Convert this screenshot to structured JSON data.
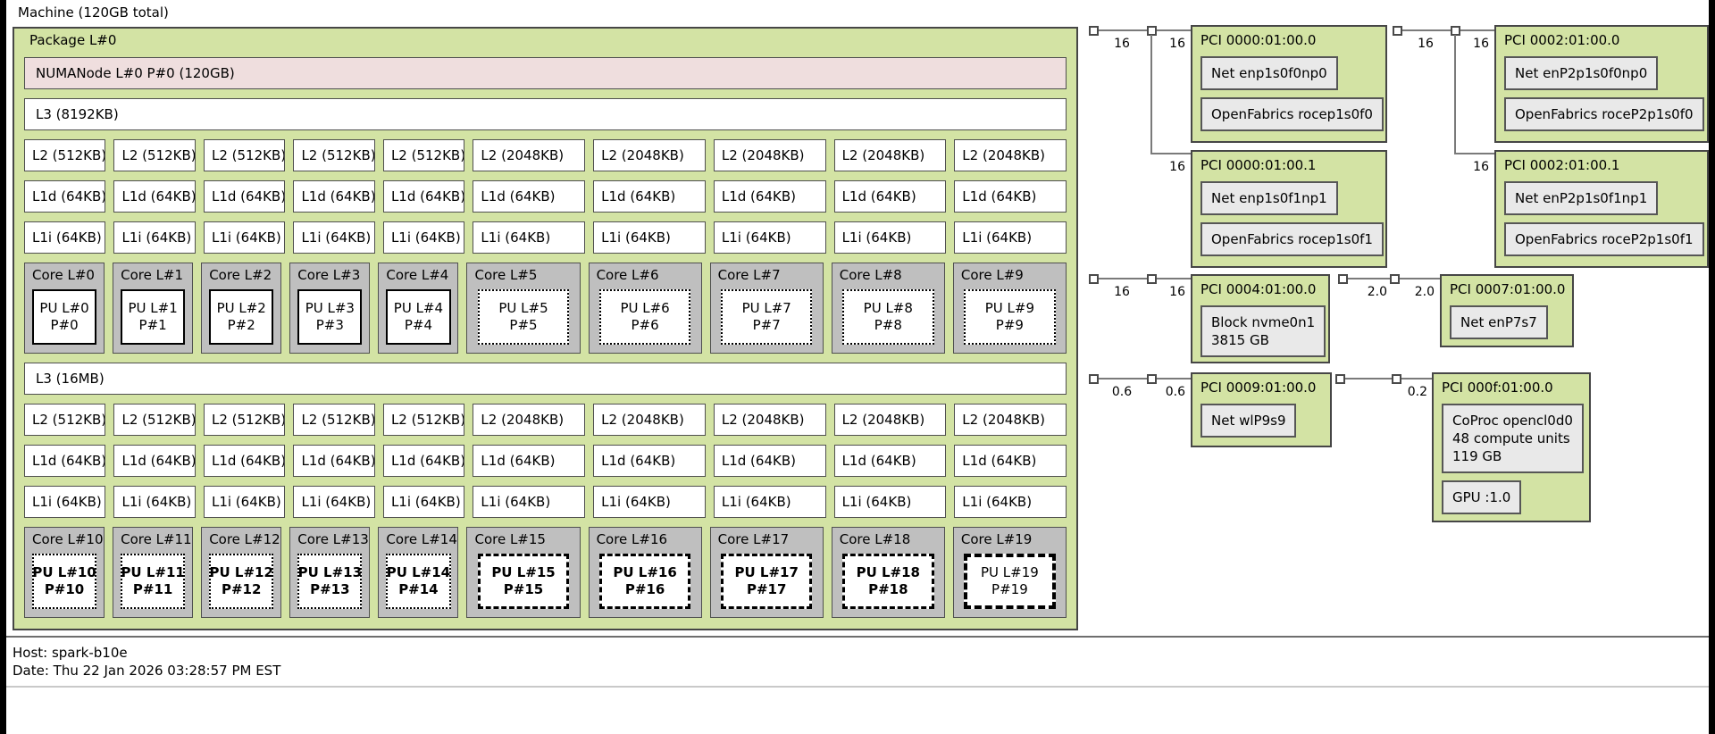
{
  "machine": {
    "label": "Machine (120GB total)"
  },
  "package": {
    "label": "Package L#0",
    "numanode": "NUMANode L#0 P#0 (120GB)"
  },
  "groups": [
    {
      "l3": "L3 (8192KB)",
      "l2": [
        "L2 (512KB)",
        "L2 (512KB)",
        "L2 (512KB)",
        "L2 (512KB)",
        "L2 (512KB)",
        "L2 (2048KB)",
        "L2 (2048KB)",
        "L2 (2048KB)",
        "L2 (2048KB)",
        "L2 (2048KB)"
      ],
      "l1d": [
        "L1d (64KB)",
        "L1d (64KB)",
        "L1d (64KB)",
        "L1d (64KB)",
        "L1d (64KB)",
        "L1d (64KB)",
        "L1d (64KB)",
        "L1d (64KB)",
        "L1d (64KB)",
        "L1d (64KB)"
      ],
      "l1i": [
        "L1i (64KB)",
        "L1i (64KB)",
        "L1i (64KB)",
        "L1i (64KB)",
        "L1i (64KB)",
        "L1i (64KB)",
        "L1i (64KB)",
        "L1i (64KB)",
        "L1i (64KB)",
        "L1i (64KB)"
      ],
      "cores": [
        {
          "label": "Core L#0",
          "pu": "PU L#0",
          "p": "P#0",
          "style": "solid"
        },
        {
          "label": "Core L#1",
          "pu": "PU L#1",
          "p": "P#1",
          "style": "solid"
        },
        {
          "label": "Core L#2",
          "pu": "PU L#2",
          "p": "P#2",
          "style": "solid"
        },
        {
          "label": "Core L#3",
          "pu": "PU L#3",
          "p": "P#3",
          "style": "solid"
        },
        {
          "label": "Core L#4",
          "pu": "PU L#4",
          "p": "P#4",
          "style": "solid"
        },
        {
          "label": "Core L#5",
          "pu": "PU L#5",
          "p": "P#5",
          "style": "dotted"
        },
        {
          "label": "Core L#6",
          "pu": "PU L#6",
          "p": "P#6",
          "style": "dotted"
        },
        {
          "label": "Core L#7",
          "pu": "PU L#7",
          "p": "P#7",
          "style": "dotted"
        },
        {
          "label": "Core L#8",
          "pu": "PU L#8",
          "p": "P#8",
          "style": "dotted"
        },
        {
          "label": "Core L#9",
          "pu": "PU L#9",
          "p": "P#9",
          "style": "dotted"
        }
      ]
    },
    {
      "l3": "L3 (16MB)",
      "l2": [
        "L2 (512KB)",
        "L2 (512KB)",
        "L2 (512KB)",
        "L2 (512KB)",
        "L2 (512KB)",
        "L2 (2048KB)",
        "L2 (2048KB)",
        "L2 (2048KB)",
        "L2 (2048KB)",
        "L2 (2048KB)"
      ],
      "l1d": [
        "L1d (64KB)",
        "L1d (64KB)",
        "L1d (64KB)",
        "L1d (64KB)",
        "L1d (64KB)",
        "L1d (64KB)",
        "L1d (64KB)",
        "L1d (64KB)",
        "L1d (64KB)",
        "L1d (64KB)"
      ],
      "l1i": [
        "L1i (64KB)",
        "L1i (64KB)",
        "L1i (64KB)",
        "L1i (64KB)",
        "L1i (64KB)",
        "L1i (64KB)",
        "L1i (64KB)",
        "L1i (64KB)",
        "L1i (64KB)",
        "L1i (64KB)"
      ],
      "cores": [
        {
          "label": "Core L#10",
          "pu": "PU L#10",
          "p": "P#10",
          "style": "dotted-bold"
        },
        {
          "label": "Core L#11",
          "pu": "PU L#11",
          "p": "P#11",
          "style": "dotted-bold"
        },
        {
          "label": "Core L#12",
          "pu": "PU L#12",
          "p": "P#12",
          "style": "dotted-bold"
        },
        {
          "label": "Core L#13",
          "pu": "PU L#13",
          "p": "P#13",
          "style": "dotted-bold"
        },
        {
          "label": "Core L#14",
          "pu": "PU L#14",
          "p": "P#14",
          "style": "dotted-bold"
        },
        {
          "label": "Core L#15",
          "pu": "PU L#15",
          "p": "P#15",
          "style": "dashed-bold"
        },
        {
          "label": "Core L#16",
          "pu": "PU L#16",
          "p": "P#16",
          "style": "dashed-bold"
        },
        {
          "label": "Core L#17",
          "pu": "PU L#17",
          "p": "P#17",
          "style": "dashed-bold"
        },
        {
          "label": "Core L#18",
          "pu": "PU L#18",
          "p": "P#18",
          "style": "dashed-bold"
        },
        {
          "label": "Core L#19",
          "pu": "PU L#19",
          "p": "P#19",
          "style": "dashed-heavy"
        }
      ]
    }
  ],
  "pci": [
    {
      "title": "PCI 0000:01:00.0",
      "devices": [
        [
          "Net enp1s0f0np0"
        ],
        [
          "OpenFabrics rocep1s0f0"
        ]
      ]
    },
    {
      "title": "PCI 0000:01:00.1",
      "devices": [
        [
          "Net enp1s0f1np1"
        ],
        [
          "OpenFabrics rocep1s0f1"
        ]
      ]
    },
    {
      "title": "PCI 0002:01:00.0",
      "devices": [
        [
          "Net enP2p1s0f0np0"
        ],
        [
          "OpenFabrics roceP2p1s0f0"
        ]
      ]
    },
    {
      "title": "PCI 0002:01:00.1",
      "devices": [
        [
          "Net enP2p1s0f1np1"
        ],
        [
          "OpenFabrics roceP2p1s0f1"
        ]
      ]
    },
    {
      "title": "PCI 0004:01:00.0",
      "devices": [
        [
          "Block nvme0n1",
          "3815 GB"
        ]
      ]
    },
    {
      "title": "PCI 0007:01:00.0",
      "devices": [
        [
          "Net enP7s7"
        ]
      ]
    },
    {
      "title": "PCI 0009:01:00.0",
      "devices": [
        [
          "Net wlP9s9"
        ]
      ]
    },
    {
      "title": "PCI 000f:01:00.0",
      "devices": [
        [
          "CoProc opencl0d0",
          "48 compute units",
          "119 GB"
        ],
        [
          "GPU :1.0"
        ]
      ]
    }
  ],
  "links": {
    "a": [
      "16",
      "16",
      "16"
    ],
    "b": [
      "16",
      "16",
      "16"
    ],
    "c": [
      "16",
      "16"
    ],
    "d": [
      "2.0",
      "2.0"
    ],
    "e": [
      "0.6",
      "0.6"
    ],
    "f": [
      "0.2"
    ]
  },
  "footer": {
    "host": "Host: spark-b10e",
    "date": "Date: Thu 22 Jan 2026 03:28:57 PM EST"
  },
  "colors": {
    "package_green": "#d3e3a4",
    "numa_pink": "#efdede",
    "core_gray": "#bfbfbf",
    "device_gray": "#e9e9e9",
    "border_dark": "#464646"
  }
}
